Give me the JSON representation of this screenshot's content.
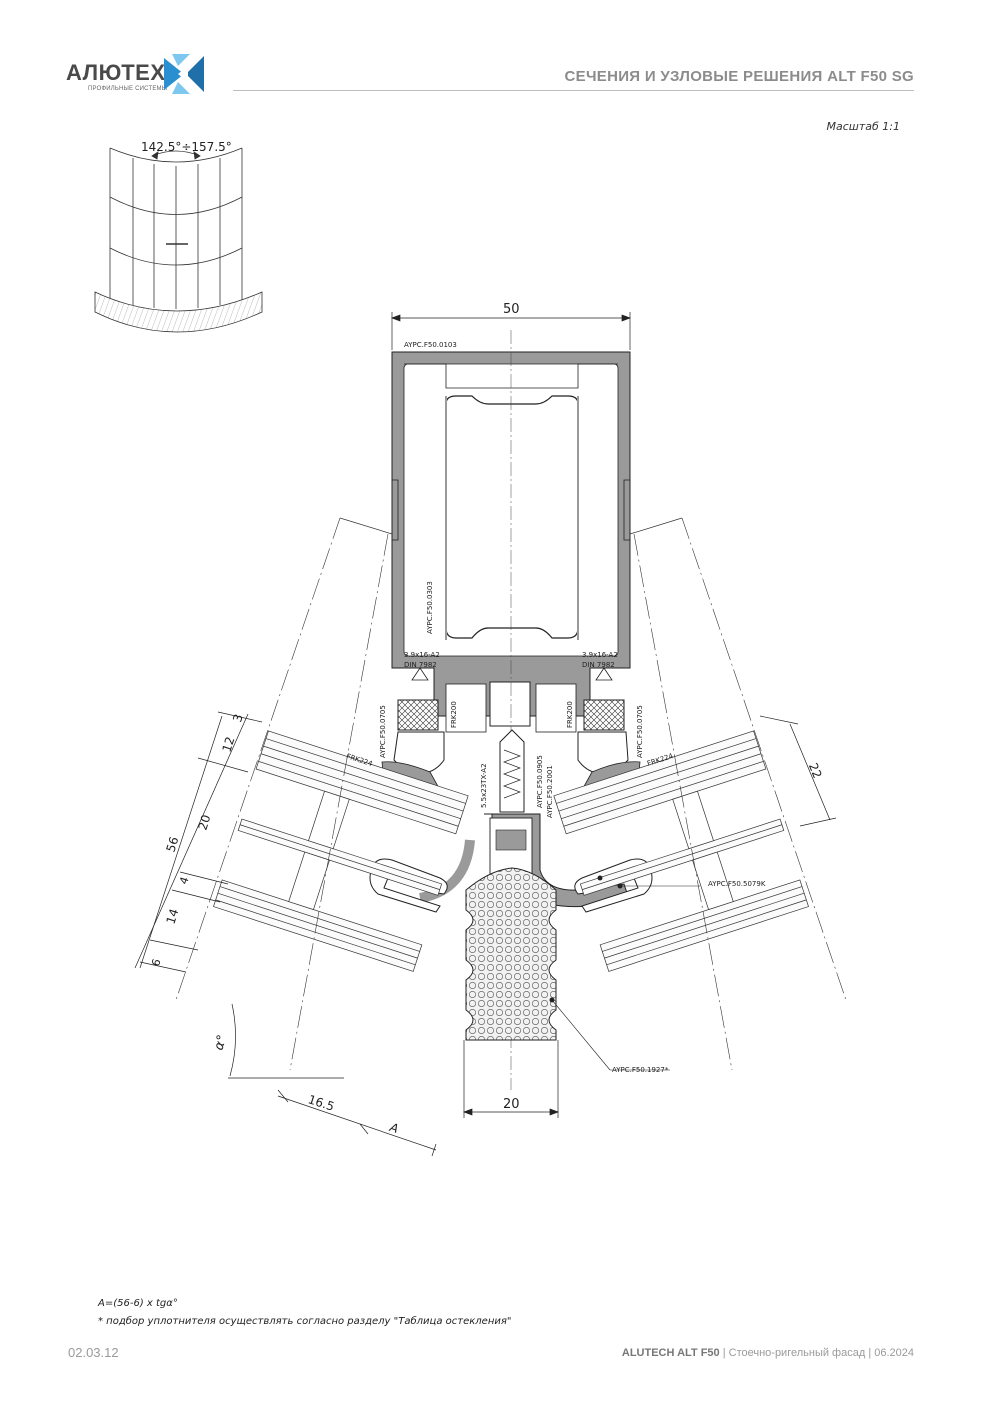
{
  "header": {
    "logo_text": "АЛЮТЕХ",
    "logo_subtext": "ПРОФИЛЬНЫЕ СИСТЕМЫ",
    "title": "СЕЧЕНИЯ И УЗЛОВЫЕ РЕШЕНИЯ ALT F50 SG"
  },
  "scale_label": "Масштаб 1:1",
  "diagram": {
    "angle_range": "142.5°÷157.5°",
    "dims": {
      "width_50": "50",
      "width_20": "20",
      "d3": "3",
      "d12": "12",
      "d20": "20",
      "d56": "56",
      "d4": "4",
      "d14": "14",
      "d6": "6",
      "d22": "22",
      "d165": "16.5",
      "dA": "A",
      "alpha": "α°"
    },
    "labels": {
      "ayp0103": "AYPC.F50.0103",
      "ayp0303": "AYPC.F50.0303",
      "screw_l1": "3.9x16-A2",
      "screw_l2": "DIN 7982",
      "screw_r1": "3.9x16-A2",
      "screw_r2": "DIN 7982",
      "ayp0705_l": "AYPC.F50.0705",
      "ayp0705_r": "AYPC.F50.0705",
      "frk200_l": "FRK200",
      "frk200_r": "FRK200",
      "frk224_l": "FRK224",
      "frk224_r": "FRK224",
      "screw_55": "5.5x23TX-A2",
      "ayp0905": "AYPC.F50.0905",
      "ayp2001": "AYPC.F50.2001",
      "ayp5079": "AYPC.F50.5079K",
      "ayp1927": "AYPC.F50.1927*"
    }
  },
  "notes": {
    "formula": "A=(56-6) x tgα°",
    "footnote": "* подбор уплотнителя осуществлять согласно разделу \"Таблица остекления\""
  },
  "footer": {
    "code": "02.03.12",
    "brand": "ALUTECH ALT F50",
    "desc": " | Стоечно-ригельный фасад | 06.2024"
  },
  "colors": {
    "profile_fill": "#9a9a9a",
    "logo_blue": "#2a8fd0",
    "logo_light": "#7ec8ef"
  }
}
